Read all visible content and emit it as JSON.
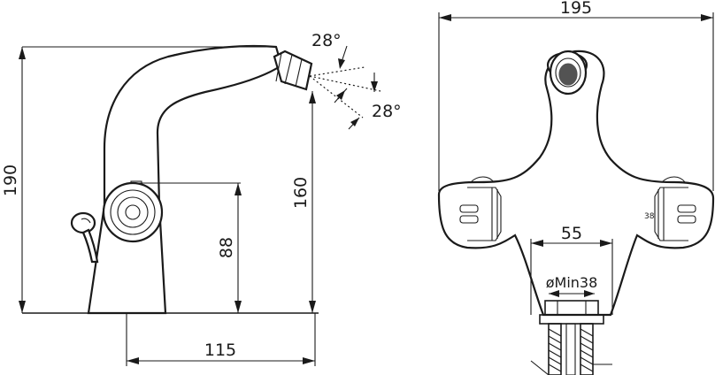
{
  "side_view": {
    "dim_height_total": "190",
    "dim_height_spout": "160",
    "dim_height_handle": "88",
    "dim_projection": "115",
    "dim_angle_top": "28°",
    "dim_angle_bottom": "28°"
  },
  "front_view": {
    "dim_width": "195",
    "dim_mount_spacing": "55",
    "dim_hole_min": "øMin38",
    "valve_mark": "38"
  }
}
